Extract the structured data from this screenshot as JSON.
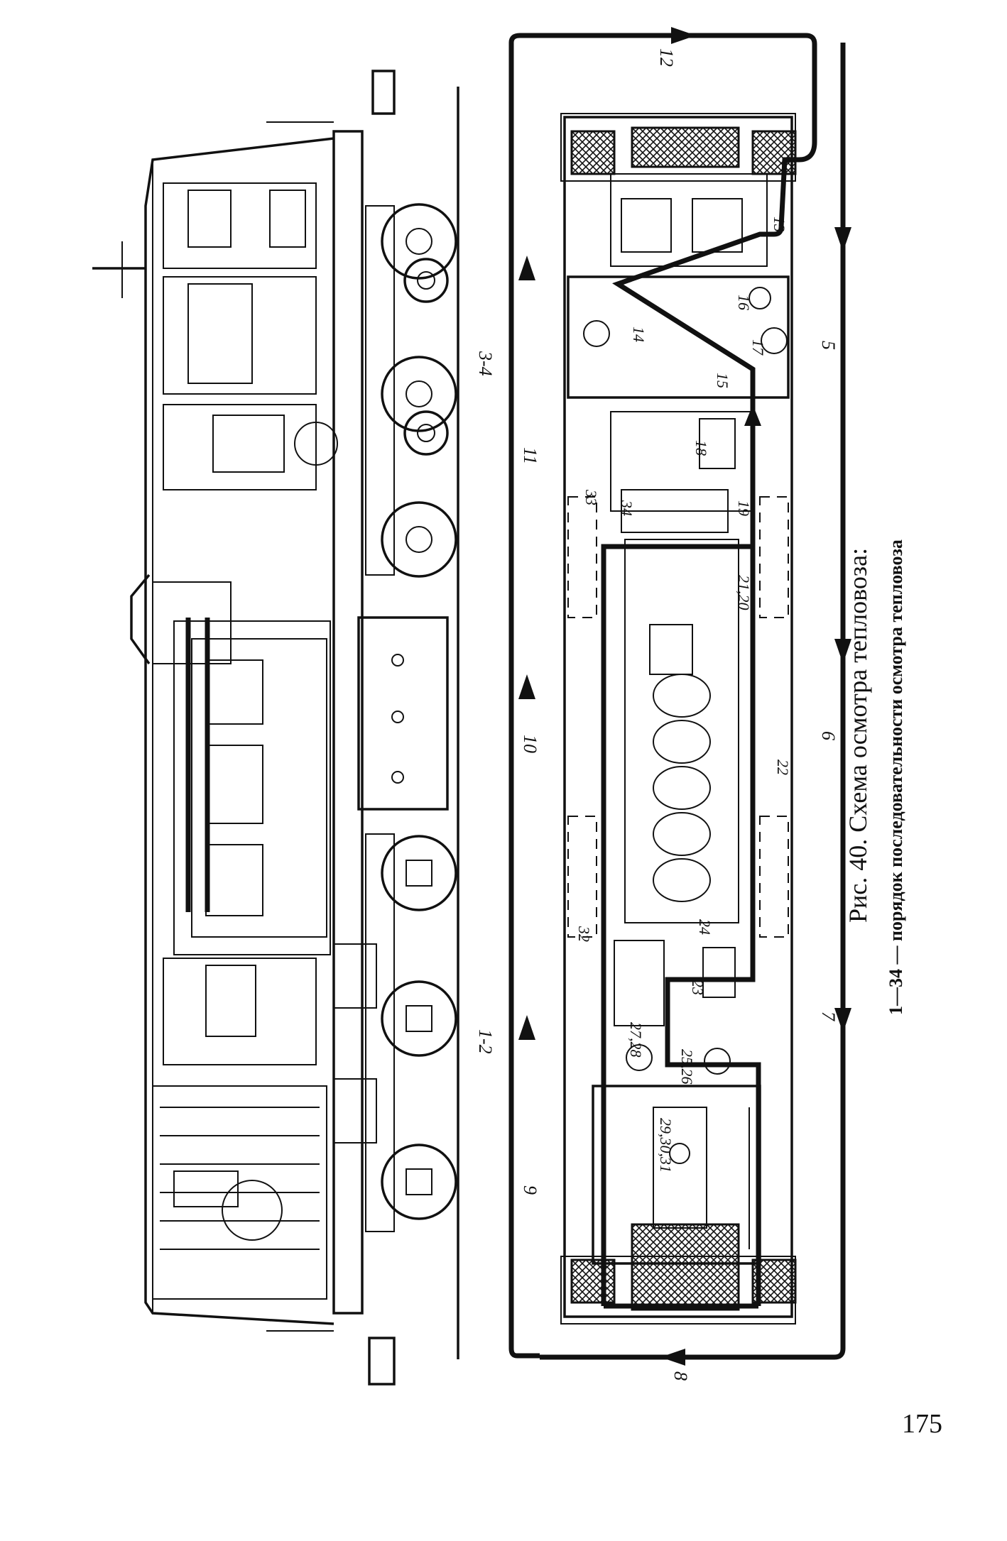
{
  "caption": {
    "title": "Рис. 40. Схема осмотра тепловоза:",
    "legend": "1—34 — порядок последовательности осмотра тепловоза"
  },
  "page_number": "175",
  "side_view": {
    "bogie_labels": [
      "3-4",
      "1-2"
    ]
  },
  "plan_view": {
    "route_labels": [
      "5",
      "6",
      "7",
      "8",
      "9",
      "10",
      "11",
      "12"
    ],
    "component_labels": [
      "13",
      "14",
      "15",
      "16",
      "17",
      "18",
      "19",
      "21,20",
      "22",
      "23",
      "24",
      "25,26",
      "27,28",
      "29,30,31",
      "32",
      "33",
      "34"
    ]
  }
}
